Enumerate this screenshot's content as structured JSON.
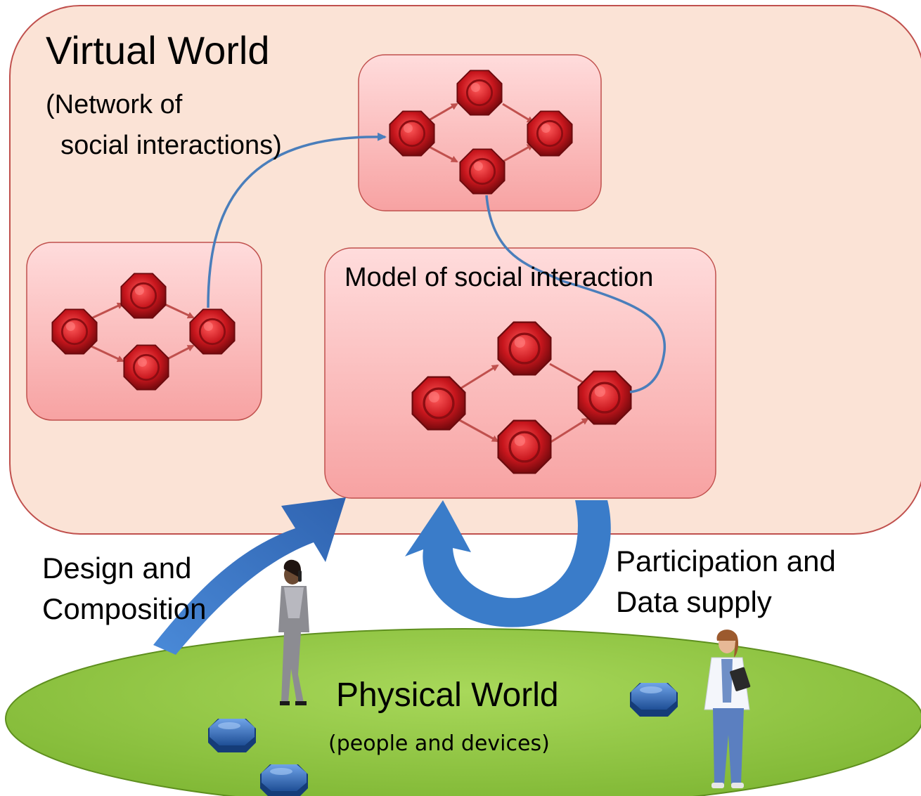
{
  "virtual_world": {
    "title": "Virtual World",
    "subtitle_lines": [
      "(Network of",
      "  social interactions)"
    ]
  },
  "model_label": "Model of social interaction",
  "design_label_lines": [
    "Design and",
    "Composition"
  ],
  "participation_label_lines": [
    "Participation and",
    "Data supply"
  ],
  "physical_world": {
    "title": "Physical World",
    "subtitle": "(people and devices)"
  },
  "colors": {
    "virtual_bg": "#fbe3d6",
    "virtual_border": "#c0504d",
    "box_top": "#ffd1d1",
    "box_bottom": "#f8a0a0",
    "box_border": "#c0504d",
    "node_red": "#c8161d",
    "edge_red": "#c0504d",
    "flow_blue": "#3a7cc9",
    "connector_blue": "#4a7ebb",
    "ground_green": "#8cc63f",
    "device_blue": "#3b73c4"
  },
  "icons": [
    "woman-on-phone-figure",
    "doctor-figure",
    "device-icon"
  ]
}
